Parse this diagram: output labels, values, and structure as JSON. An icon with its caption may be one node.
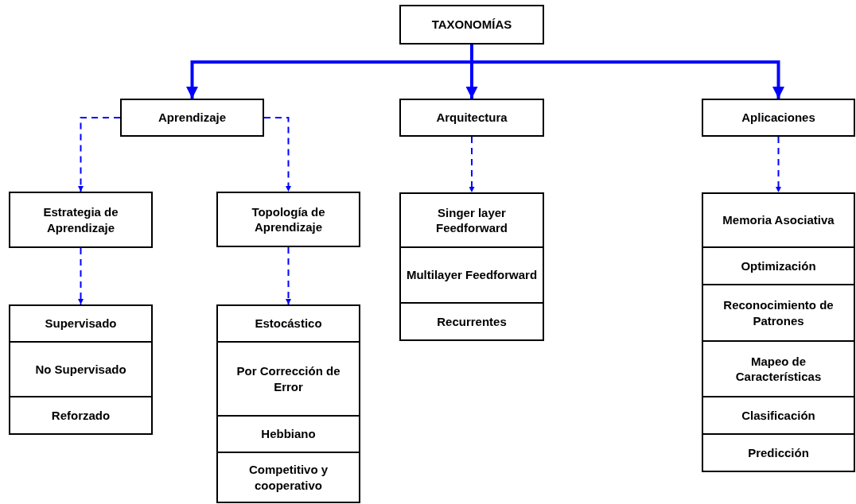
{
  "diagram": {
    "nodes": [
      {
        "text": [
          "TAXONOMÍAS"
        ]
      },
      {
        "text": [
          "Aprendizaje"
        ]
      },
      {
        "text": [
          "Arquitectura"
        ]
      },
      {
        "text": [
          "Aplicaciones"
        ]
      },
      {
        "text": [
          "Estrategia de Aprendizaje"
        ]
      },
      {
        "text": [
          "Topología de Aprendizaje"
        ]
      },
      {
        "text": [
          "Singer layer Feedforward"
        ]
      },
      {
        "text": [
          "Multilayer Feedforward"
        ]
      },
      {
        "text": [
          "Recurrentes"
        ]
      },
      {
        "text": [
          "Memoria Asociativa"
        ]
      },
      {
        "text": [
          "Optimización"
        ]
      },
      {
        "text": [
          "Reconocimiento de Patrones"
        ]
      },
      {
        "text": [
          "Mapeo de Características"
        ]
      },
      {
        "text": [
          "Clasificación"
        ]
      },
      {
        "text": [
          "Predicción"
        ]
      },
      {
        "text": [
          "Supervisado"
        ]
      },
      {
        "text": [
          "No Supervisado"
        ]
      },
      {
        "text": [
          "Reforzado"
        ]
      },
      {
        "text": [
          "Estocástico"
        ]
      },
      {
        "text": [
          "Por Corrección de Error"
        ]
      },
      {
        "text": [
          "Hebbiano"
        ]
      },
      {
        "text": [
          "Competitivo y cooperativo"
        ]
      }
    ],
    "edges": [
      {
        "from": 0,
        "to": 1,
        "arrow": "to",
        "style": "thick"
      },
      {
        "from": 0,
        "to": 2,
        "arrow": "to",
        "style": "thick"
      },
      {
        "from": 0,
        "to": 3,
        "arrow": "to",
        "style": "thick"
      },
      {
        "from": 1,
        "to": 4,
        "arrow": "to",
        "style": "dashed"
      },
      {
        "from": 1,
        "to": 5,
        "arrow": "to",
        "style": "dashed"
      },
      {
        "from": 2,
        "to": 6,
        "arrow": "to",
        "style": "dashed"
      },
      {
        "from": 3,
        "to": 9,
        "arrow": "to",
        "style": "dashed"
      },
      {
        "from": 4,
        "to": 15,
        "arrow": "to",
        "style": "dashed"
      },
      {
        "from": 5,
        "to": 18,
        "arrow": "to",
        "style": "dashed"
      }
    ]
  }
}
